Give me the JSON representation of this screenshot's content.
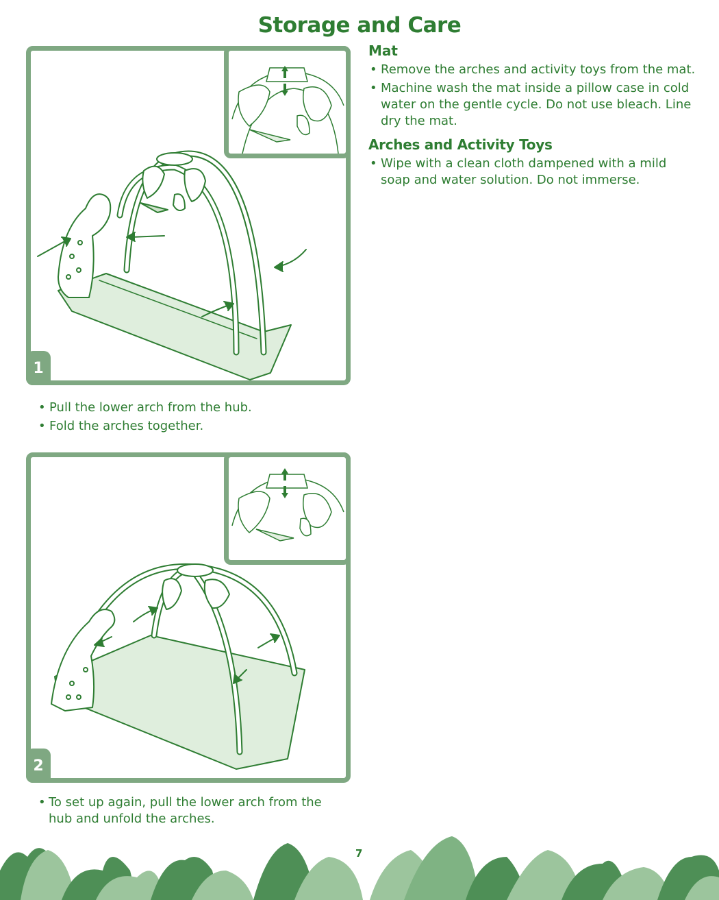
{
  "page": {
    "title": "Storage and Care",
    "page_number": "7"
  },
  "steps": [
    {
      "number": "1",
      "illustration": "play-gym-with-arches-folding-arrows",
      "inset": "hub-detail-pull-arch-arrows",
      "bullets": [
        "Pull the lower arch from the hub.",
        "Fold the arches together."
      ]
    },
    {
      "number": "2",
      "illustration": "play-gym-setup-unfolding-arrows",
      "inset": "hub-detail-pull-arch-arrows",
      "bullets": [
        "To set up again, pull the lower arch from the hub and unfold the arches."
      ]
    }
  ],
  "care": {
    "mat": {
      "heading": "Mat",
      "bullets": [
        "Remove the arches and activity toys from the mat.",
        "Machine wash the mat inside a pillow case in cold water on the gentle cycle. Do not use bleach. Line dry the mat."
      ]
    },
    "arches": {
      "heading": "Arches and Activity Toys",
      "bullets": [
        "Wipe with a clean cloth dampened with a mild soap and water solution. Do not immerse."
      ]
    }
  },
  "colors": {
    "text_green": "#2e7d32",
    "panel_border": "#7fa882",
    "leaf_light": "#9cc59d",
    "leaf_dark": "#4e8f56"
  }
}
